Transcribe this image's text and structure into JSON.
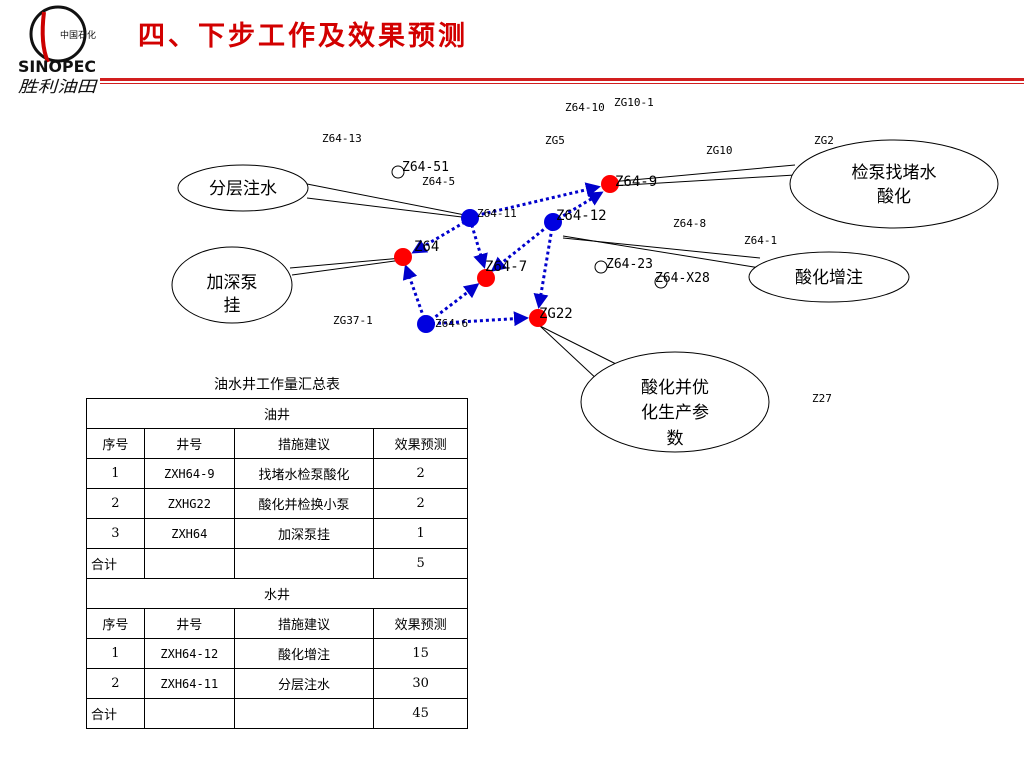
{
  "title": "四、下步工作及效果预测",
  "logo": {
    "brand_cn": "中国石化",
    "brand_en": "SINOPEC",
    "unit": "胜利油田"
  },
  "map": {
    "wells_active": [
      {
        "id": "Z64-9",
        "type": "oil"
      },
      {
        "id": "Z64",
        "type": "oil"
      },
      {
        "id": "Z64-7",
        "type": "oil"
      },
      {
        "id": "ZG22",
        "type": "oil"
      },
      {
        "id": "Z64-11",
        "type": "water"
      },
      {
        "id": "Z64-12",
        "type": "water"
      },
      {
        "id": "Z64-6",
        "type": "water"
      }
    ],
    "wells_other": [
      "Z64-10",
      "ZG10-1",
      "Z64-13",
      "ZG5",
      "ZG10",
      "ZG2",
      "Z64-51",
      "Z64-5",
      "Z64-8",
      "Z64-1",
      "Z64-23",
      "Z64-X28",
      "ZG37-1",
      "Z27"
    ],
    "callouts": {
      "layered_injection": "分层注水",
      "pump_water_acid": [
        "检泵找堵水",
        "酸化"
      ],
      "deepen_pump": [
        "加深泵",
        "挂"
      ],
      "acid_injection": "酸化增注",
      "acid_optimize": [
        "酸化并优",
        "化生产参",
        "数"
      ]
    }
  },
  "table": {
    "caption": "油水井工作量汇总表",
    "oil_section": "油井",
    "water_section": "水井",
    "headers": [
      "序号",
      "井号",
      "措施建议",
      "效果预测"
    ],
    "oil_rows": [
      [
        "1",
        "ZXH64-9",
        "找堵水检泵酸化",
        "2"
      ],
      [
        "2",
        "ZXHG22",
        "酸化并检换小泵",
        "2"
      ],
      [
        "3",
        "ZXH64",
        "加深泵挂",
        "1"
      ]
    ],
    "oil_total": [
      "合计",
      "",
      "",
      "5"
    ],
    "water_rows": [
      [
        "1",
        "ZXH64-12",
        "酸化增注",
        "15"
      ],
      [
        "2",
        "ZXH64-11",
        "分层注水",
        "30"
      ]
    ],
    "water_total": [
      "合计",
      "",
      "",
      "45"
    ]
  }
}
